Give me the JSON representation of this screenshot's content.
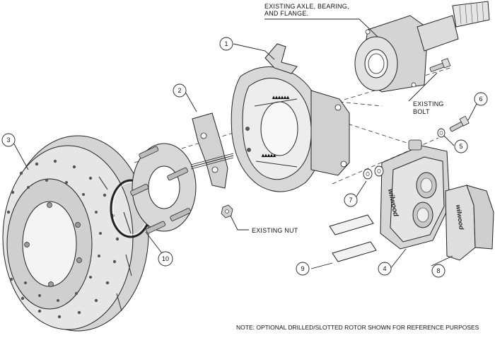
{
  "callouts": [
    {
      "id": "1",
      "text": "1"
    },
    {
      "id": "2",
      "text": "2"
    },
    {
      "id": "3",
      "text": "3"
    },
    {
      "id": "4",
      "text": "4"
    },
    {
      "id": "5",
      "text": "5"
    },
    {
      "id": "6",
      "text": "6"
    },
    {
      "id": "7",
      "text": "7"
    },
    {
      "id": "8",
      "text": "8"
    },
    {
      "id": "9",
      "text": "9"
    },
    {
      "id": "10",
      "text": "10"
    }
  ],
  "labels": {
    "axle_line1": "EXISTING AXLE, BEARING,",
    "axle_line2": "AND FLANGE.",
    "bolt_line1": "EXISTING",
    "bolt_line2": "BOLT",
    "nut": "EXISTING NUT",
    "note": "NOTE: OPTIONAL DRILLED/SLOTTED ROTOR SHOWN FOR REFERENCE PURPOSES"
  },
  "branding": {
    "caliper_logo": "wilwood",
    "pad_logo": "wilwood"
  },
  "colors": {
    "part_fill": "#dcdcdc",
    "part_fill_light": "#ececec",
    "line": "#222222"
  }
}
